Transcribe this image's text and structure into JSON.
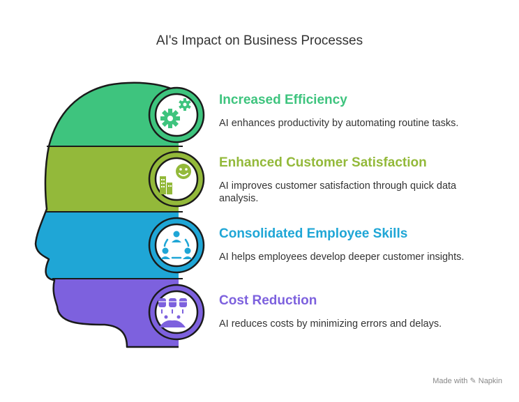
{
  "title": "AI's Impact on Business Processes",
  "colors": {
    "green": "#3EC47E",
    "olive": "#93B93A",
    "blue": "#1FA6D6",
    "purple": "#7D61DE",
    "outline": "#1a1a1a"
  },
  "items": [
    {
      "title": "Increased Efficiency",
      "description": "AI enhances productivity by automating routine tasks.",
      "icon": "gears-icon",
      "color": "#3EC47E"
    },
    {
      "title": "Enhanced Customer Satisfaction",
      "description": "AI improves customer satisfaction through quick data analysis.",
      "icon": "building-smiley-icon",
      "color": "#93B93A"
    },
    {
      "title": "Consolidated Employee Skills",
      "description": "AI helps employees develop deeper customer insights.",
      "icon": "team-cycle-icon",
      "color": "#1FA6D6"
    },
    {
      "title": "Cost Reduction",
      "description": "AI reduces costs by minimizing errors and delays.",
      "icon": "database-flow-icon",
      "color": "#7D61DE"
    }
  ],
  "footer": {
    "made_with": "Made with",
    "brand": "Napkin"
  }
}
